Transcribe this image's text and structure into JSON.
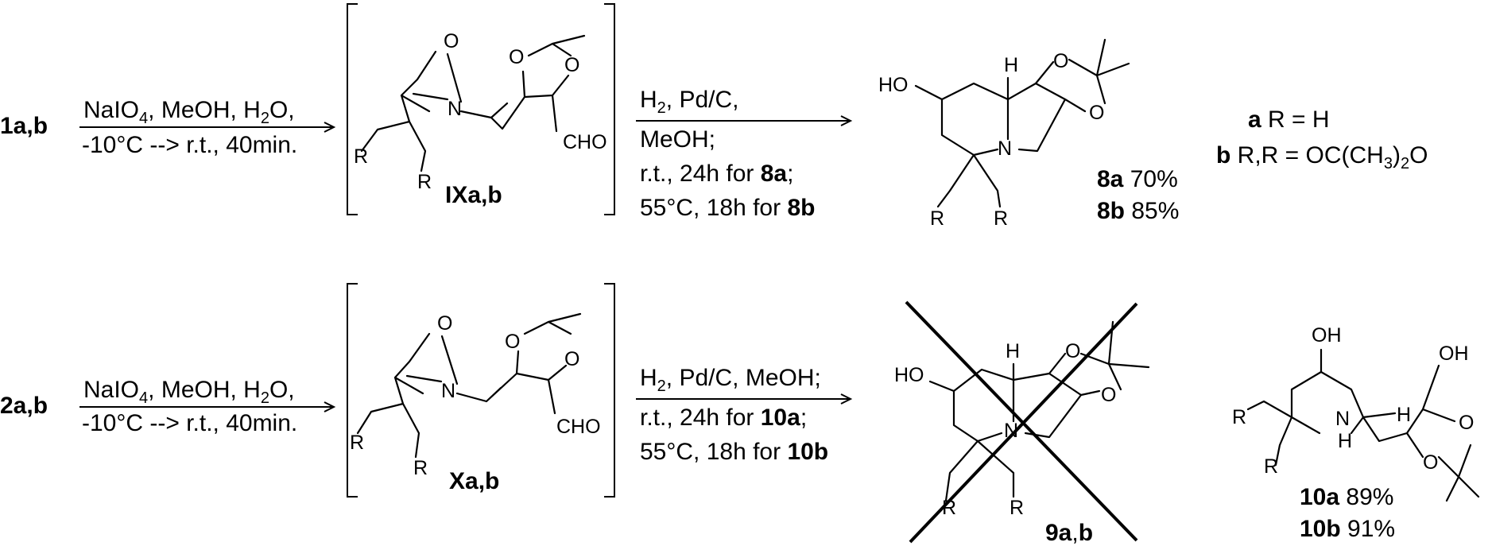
{
  "row1": {
    "start": "1a,b",
    "reagent1": "NaIO",
    "reagent1_sub": "4",
    "reagent1_rest": ", MeOH, H",
    "reagent1_sub2": "2",
    "reagent1_end": "O,",
    "cond1": "-10°C --> r.t., 40min.",
    "intermediate": "IXa,b",
    "step2_line1a": "H",
    "step2_line1_sub": "2",
    "step2_line1b": ", Pd/C,",
    "step2_line2": "MeOH;",
    "step2_line3a": "r.t., 24h for ",
    "step2_line3b": "8a",
    "step2_line3c": ";",
    "step2_line4a": "55°C, 18h for ",
    "step2_line4b": "8b",
    "product_a": "8a",
    "yield_a": " 70%",
    "product_b": "8b",
    "yield_b": " 85%"
  },
  "legend": {
    "a_label": "a",
    "a_text": " R = H",
    "b_label": "b",
    "b_text": " R,R = OC(CH",
    "b_sub": "3",
    "b_text2": ")",
    "b_sub2": "2",
    "b_text3": "O"
  },
  "row2": {
    "start": "2a,b",
    "reagent1": "NaIO",
    "reagent1_sub": "4",
    "reagent1_rest": ", MeOH, H",
    "reagent1_sub2": "2",
    "reagent1_end": "O,",
    "cond1": "-10°C --> r.t., 40min.",
    "intermediate": "Xa,b",
    "step2_line1a": "H",
    "step2_line1_sub": "2",
    "step2_line1b": ", Pd/C, MeOH;",
    "step2_line2a": "r.t., 24h for ",
    "step2_line2b": "10a",
    "step2_line2c": ";",
    "step2_line3a": "55°C, 18h for ",
    "step2_line3b": "10b",
    "crossed_a": "9a",
    "crossed_sep": ",",
    "crossed_b": "b",
    "product_a": "10a",
    "yield_a": " 89%",
    "product_b": "10b",
    "yield_b": " 91%"
  },
  "atoms": {
    "O": "O",
    "N": "N",
    "H": "H",
    "NH_H": "H",
    "R": "R",
    "CHO": "CHO",
    "HO": "HO",
    "OH": "OH"
  }
}
